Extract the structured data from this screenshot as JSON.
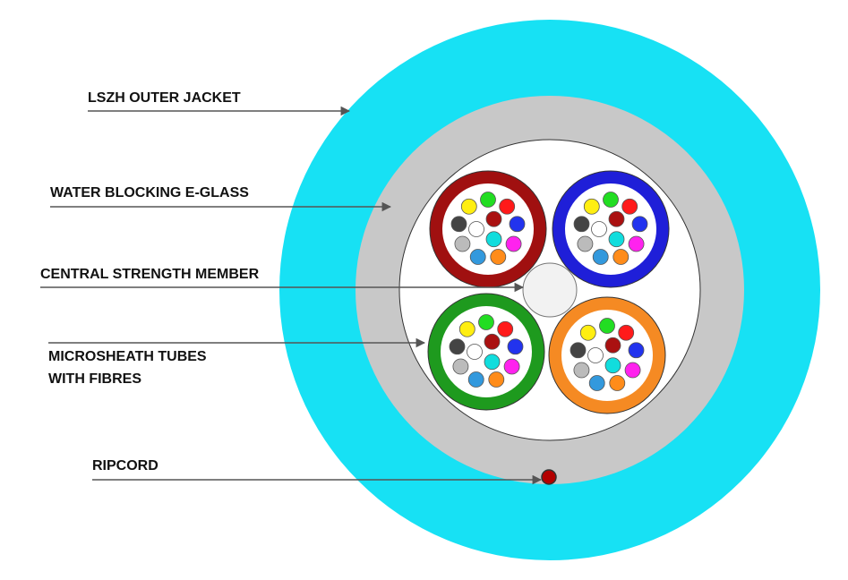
{
  "labels": {
    "outer_jacket": "LSZH OUTER JACKET",
    "water_blocking": "WATER BLOCKING E-GLASS",
    "central_member": "CENTRAL STRENGTH MEMBER",
    "tubes_line1": "MICROSHEATH TUBES",
    "tubes_line2": "WITH FIBRES",
    "ripcord": "RIPCORD"
  },
  "colors": {
    "outer_jacket": "#17e1f4",
    "water_blocking": "#c8c8c8",
    "core": "#ffffff",
    "central_member": "#f2f2f2",
    "ripcord": "#b30000",
    "leader": "#555555"
  },
  "tubes": [
    {
      "name": "red-tube",
      "color": "#a01010"
    },
    {
      "name": "blue-tube",
      "color": "#1f1fd8"
    },
    {
      "name": "green-tube",
      "color": "#1e9a1e"
    },
    {
      "name": "orange-tube",
      "color": "#f58a23"
    }
  ],
  "fibre_colors": {
    "outer": [
      "#22dd22",
      "#ff1a1a",
      "#2233ee",
      "#ff22ee",
      "#ff8c1a",
      "#3399dd",
      "#bbbbbb",
      "#444444",
      "#ffee11"
    ],
    "inner": [
      "#aa1111",
      "#11dddd",
      "#ffffff"
    ]
  }
}
